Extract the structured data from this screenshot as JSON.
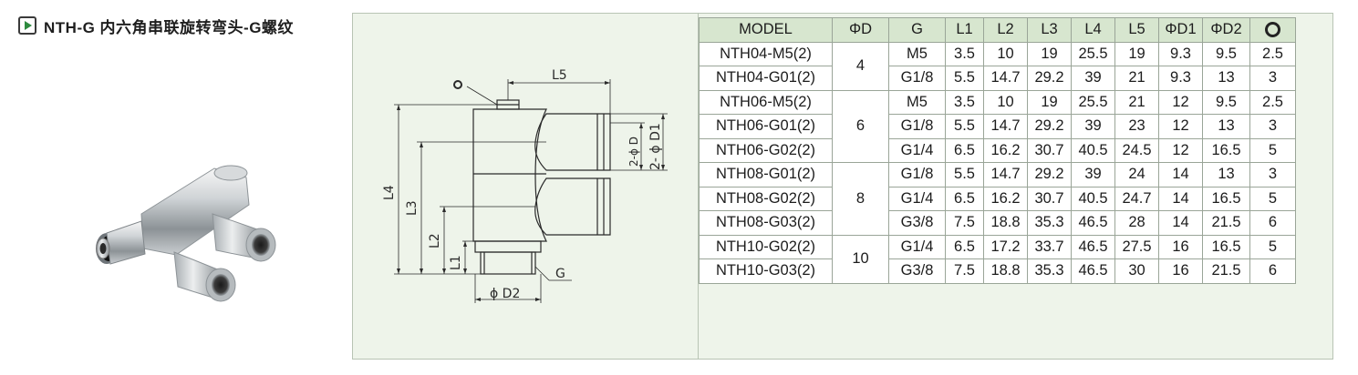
{
  "title": "NTH-G 内六角串联旋转弯头-G螺纹",
  "drawing": {
    "labels": {
      "l5": "L5",
      "l4": "L4",
      "l3": "L3",
      "l2": "L2",
      "l1": "L1",
      "d2": "ϕ D2",
      "g": "G",
      "d": "2-ϕ D",
      "d1": "2- ϕ D1"
    }
  },
  "table": {
    "headers": [
      "MODEL",
      "ΦD",
      "G",
      "L1",
      "L2",
      "L3",
      "L4",
      "L5",
      "ΦD1",
      "ΦD2"
    ],
    "last_header_icon": "ring-icon",
    "groups": [
      {
        "d": "4",
        "rows": [
          [
            "NTH04-M5(2)",
            "M5",
            "3.5",
            "10",
            "19",
            "25.5",
            "19",
            "9.3",
            "9.5",
            "2.5"
          ],
          [
            "NTH04-G01(2)",
            "G1/8",
            "5.5",
            "14.7",
            "29.2",
            "39",
            "21",
            "9.3",
            "13",
            "3"
          ]
        ]
      },
      {
        "d": "6",
        "rows": [
          [
            "NTH06-M5(2)",
            "M5",
            "3.5",
            "10",
            "19",
            "25.5",
            "21",
            "12",
            "9.5",
            "2.5"
          ],
          [
            "NTH06-G01(2)",
            "G1/8",
            "5.5",
            "14.7",
            "29.2",
            "39",
            "23",
            "12",
            "13",
            "3"
          ],
          [
            "NTH06-G02(2)",
            "G1/4",
            "6.5",
            "16.2",
            "30.7",
            "40.5",
            "24.5",
            "12",
            "16.5",
            "5"
          ]
        ]
      },
      {
        "d": "8",
        "rows": [
          [
            "NTH08-G01(2)",
            "G1/8",
            "5.5",
            "14.7",
            "29.2",
            "39",
            "24",
            "14",
            "13",
            "3"
          ],
          [
            "NTH08-G02(2)",
            "G1/4",
            "6.5",
            "16.2",
            "30.7",
            "40.5",
            "24.7",
            "14",
            "16.5",
            "5"
          ],
          [
            "NTH08-G03(2)",
            "G3/8",
            "7.5",
            "18.8",
            "35.3",
            "46.5",
            "28",
            "14",
            "21.5",
            "6"
          ]
        ]
      },
      {
        "d": "10",
        "rows": [
          [
            "NTH10-G02(2)",
            "G1/4",
            "6.5",
            "17.2",
            "33.7",
            "46.5",
            "27.5",
            "16",
            "16.5",
            "5"
          ],
          [
            "NTH10-G03(2)",
            "G3/8",
            "7.5",
            "18.8",
            "35.3",
            "46.5",
            "30",
            "16",
            "21.5",
            "6"
          ]
        ]
      }
    ]
  }
}
